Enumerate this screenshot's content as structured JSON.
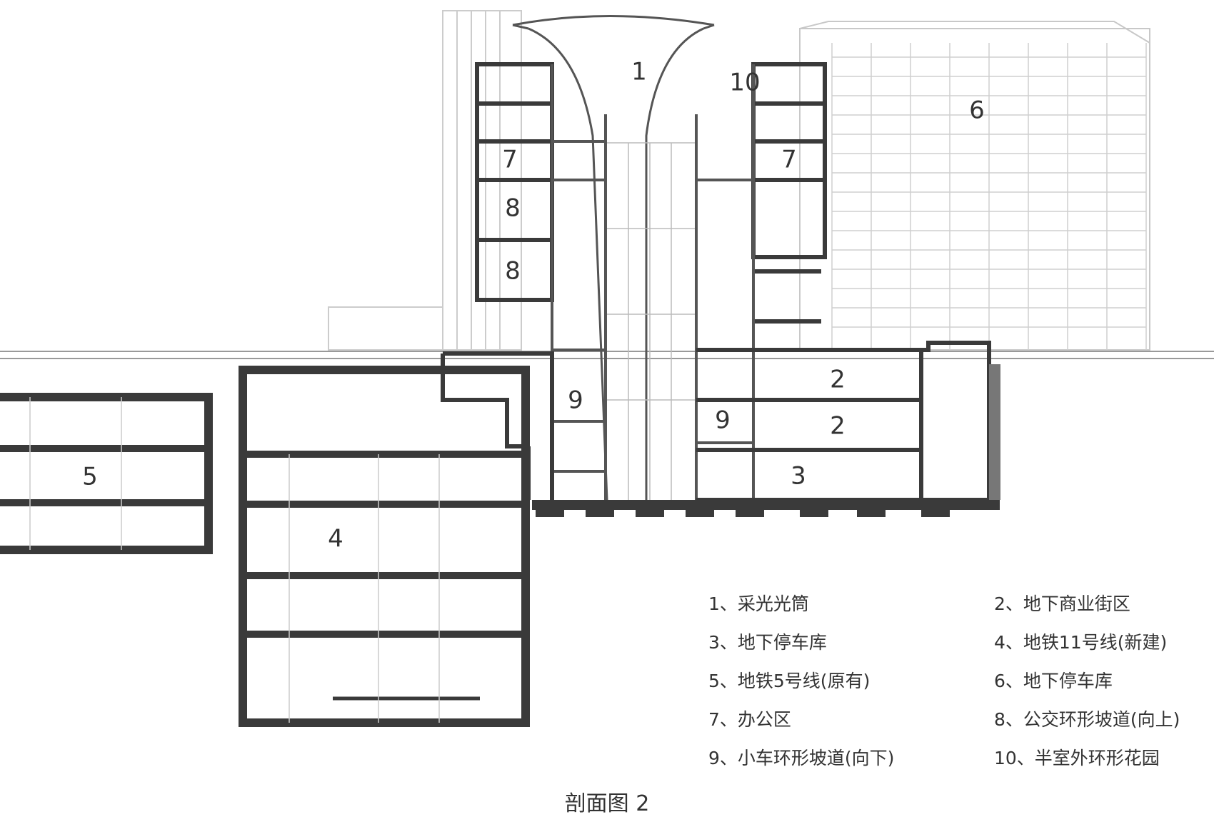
{
  "zone_labels": {
    "z1": "1",
    "z10": "10",
    "z6": "6",
    "z7a": "7",
    "z7b": "7",
    "z8a": "8",
    "z8b": "8",
    "z9a": "9",
    "z9b": "9",
    "z2a": "2",
    "z2b": "2",
    "z3": "3",
    "z4": "4",
    "z5": "5"
  },
  "legend": {
    "left": [
      "1、采光光筒",
      "3、地下停车库",
      "5、地铁5号线(原有)",
      "7、办公区",
      "9、小车环形坡道(向下)"
    ],
    "right": [
      "2、地下商业街区",
      "4、地铁11号线(新建)",
      "6、地下停车库",
      "8、公交环形坡道(向上)",
      "10、半室外环形花园"
    ]
  },
  "caption": "剖面图 2",
  "colors": {
    "wall": "#3a3a3a",
    "line": "#888888",
    "light": "#c8c8c8",
    "text": "#333333"
  }
}
